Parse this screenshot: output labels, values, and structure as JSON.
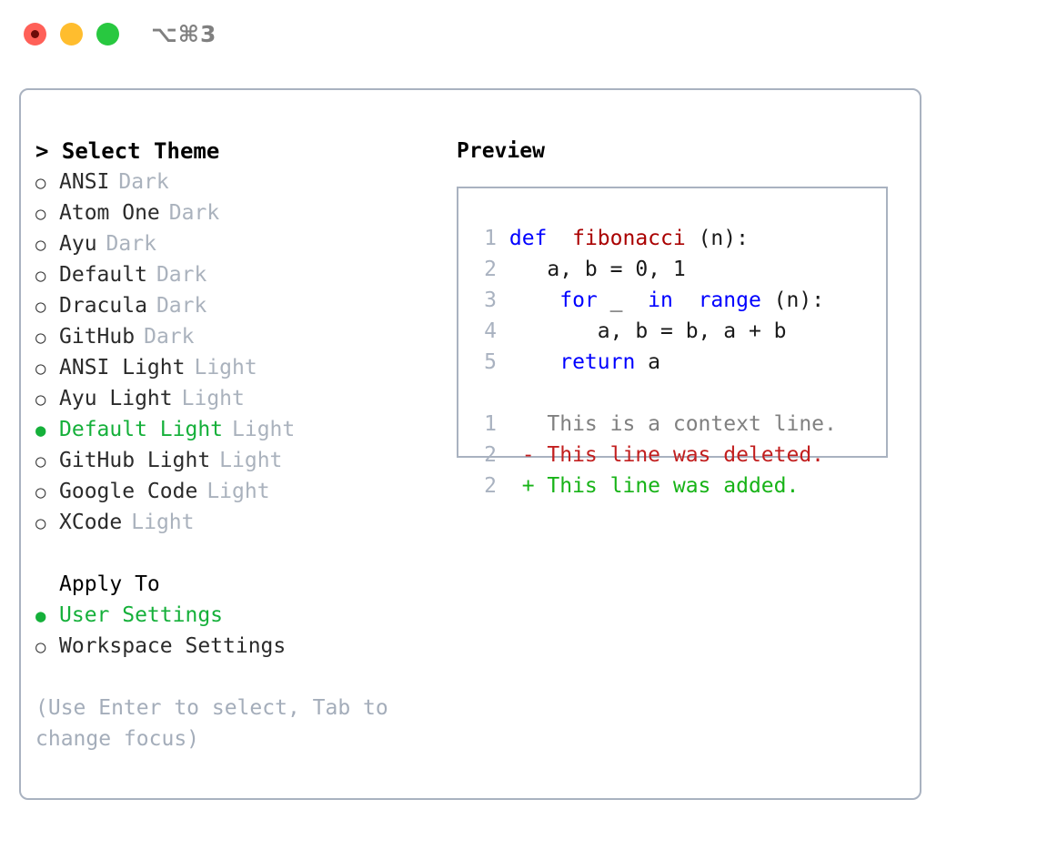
{
  "titlebar": {
    "shortcut": "⌥⌘3",
    "buttons": [
      {
        "name": "close",
        "color": "#ff6058"
      },
      {
        "name": "minimize",
        "color": "#ffbd2e"
      },
      {
        "name": "maximize",
        "color": "#28c840"
      }
    ]
  },
  "theme_picker": {
    "heading": "> Select Theme",
    "bullet_unselected": "○",
    "bullet_selected": "●",
    "items": [
      {
        "label": "ANSI",
        "tag": "Dark",
        "selected": false
      },
      {
        "label": "Atom One",
        "tag": "Dark",
        "selected": false
      },
      {
        "label": "Ayu",
        "tag": "Dark",
        "selected": false
      },
      {
        "label": "Default",
        "tag": "Dark",
        "selected": false
      },
      {
        "label": "Dracula",
        "tag": "Dark",
        "selected": false
      },
      {
        "label": "GitHub",
        "tag": "Dark",
        "selected": false
      },
      {
        "label": "ANSI Light",
        "tag": "Light",
        "selected": false
      },
      {
        "label": "Ayu Light",
        "tag": "Light",
        "selected": false
      },
      {
        "label": "Default Light",
        "tag": "Light",
        "selected": true
      },
      {
        "label": "GitHub Light",
        "tag": "Light",
        "selected": false
      },
      {
        "label": "Google Code",
        "tag": "Light",
        "selected": false
      },
      {
        "label": "XCode",
        "tag": "Light",
        "selected": false
      }
    ]
  },
  "apply_to": {
    "heading": "Apply To",
    "items": [
      {
        "label": "User Settings",
        "selected": true
      },
      {
        "label": "Workspace Settings",
        "selected": false
      }
    ]
  },
  "hint": "(Use Enter to select, Tab to change focus)",
  "preview": {
    "heading": "Preview",
    "code_lines": [
      {
        "num": "1",
        "tokens": [
          {
            "t": "def ",
            "c": "kw"
          },
          {
            "t": "fibonacci",
            "c": "fn"
          },
          {
            "t": "(n):",
            "c": "txt"
          }
        ]
      },
      {
        "num": "2",
        "tokens": [
          {
            "t": "    a, b = 0, 1",
            "c": "txt"
          }
        ]
      },
      {
        "num": "3",
        "tokens": [
          {
            "t": "    ",
            "c": "txt"
          },
          {
            "t": "for",
            "c": "kw"
          },
          {
            "t": " _ ",
            "c": "txt"
          },
          {
            "t": "in",
            "c": "kw"
          },
          {
            "t": " ",
            "c": "txt"
          },
          {
            "t": "range",
            "c": "kw"
          },
          {
            "t": "(n):",
            "c": "txt"
          }
        ]
      },
      {
        "num": "4",
        "tokens": [
          {
            "t": "        a, b = b, a + b",
            "c": "txt"
          }
        ]
      },
      {
        "num": "5",
        "tokens": [
          {
            "t": "    ",
            "c": "txt"
          },
          {
            "t": "return",
            "c": "kw"
          },
          {
            "t": " a",
            "c": "txt"
          }
        ]
      }
    ],
    "diff_lines": [
      {
        "num": "1",
        "marker": " ",
        "text": " This is a context line.",
        "c": "ctx"
      },
      {
        "num": "2",
        "marker": "-",
        "text": " This line was deleted.",
        "c": "del"
      },
      {
        "num": "2",
        "marker": "+",
        "text": " This line was added.",
        "c": "add"
      }
    ]
  },
  "colors": {
    "selected_green": "#15b03a",
    "muted_gray": "#aab2bd",
    "border": "#a9b2c0",
    "keyword_blue": "#0000ff",
    "function_red": "#aa0000",
    "diff_delete": "#c21f1f",
    "diff_add": "#17b317"
  }
}
